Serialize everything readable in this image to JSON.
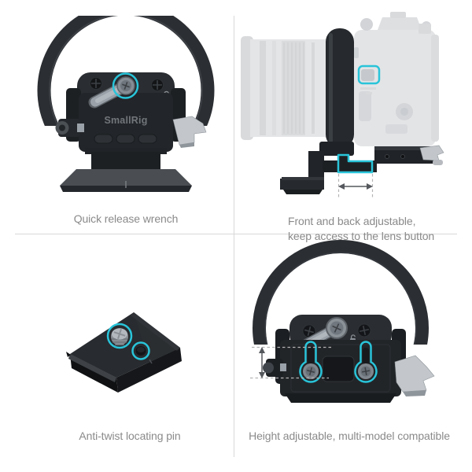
{
  "page": {
    "background": "#FFFFFF",
    "divider_color": "#D8D8D8"
  },
  "brand": {
    "logo_text": "SmallRig"
  },
  "colors": {
    "accent_teal": "#29C4D9",
    "caption_text": "#8A8A8A",
    "product_black": "#222528",
    "metal_silver": "#C3C7CB",
    "ghost_camera_gray": "#E3E4E6"
  },
  "quadrants": {
    "quick_release": {
      "caption": "Quick release wrench"
    },
    "front_back": {
      "caption_line1": "Front and back adjustable,",
      "caption_line2": "keep access to the lens button"
    },
    "anti_twist": {
      "caption": "Anti-twist locating pin"
    },
    "height_adjust": {
      "caption": "Height adjustable, multi-model compatible"
    }
  }
}
